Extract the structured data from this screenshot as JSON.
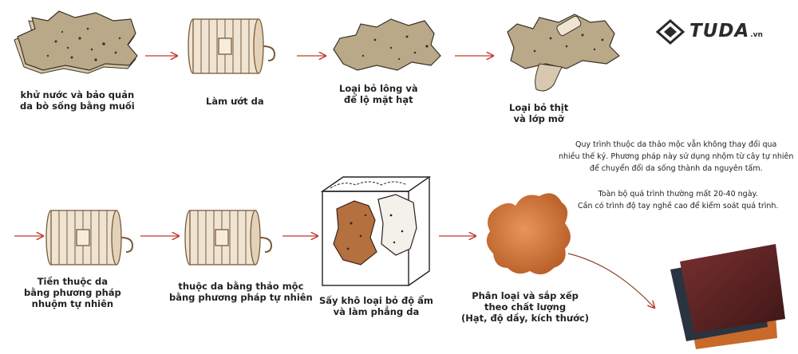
{
  "brand": {
    "name": "TUDA",
    "suffix": ".vn"
  },
  "steps": [
    {
      "id": "cure",
      "lines": [
        "khử nước và bảo quản",
        "da bò sống bằng muối"
      ]
    },
    {
      "id": "soak",
      "lines": [
        "Làm ướt da"
      ]
    },
    {
      "id": "dehair",
      "lines": [
        "Loại bỏ lông và",
        "để lộ mặt hạt"
      ]
    },
    {
      "id": "flesh",
      "lines": [
        "Loại bỏ thịt",
        "và lớp mỡ"
      ]
    },
    {
      "id": "pretan",
      "lines": [
        "Tiền thuộc da",
        "bằng phương pháp",
        "nhuộm tự nhiên"
      ]
    },
    {
      "id": "tan",
      "lines": [
        "thuộc da bằng thảo mộc",
        "bằng phương pháp tự nhiên"
      ]
    },
    {
      "id": "dry",
      "lines": [
        "Sấy khô loại bỏ độ ẩm",
        "và làm phẳng da"
      ]
    },
    {
      "id": "sort",
      "lines": [
        "Phân loại và sắp xếp",
        "theo chất lượng",
        "(Hạt, độ dầy, kích thước)"
      ]
    }
  ],
  "notes": {
    "paragraph1": [
      "Quy trình thuộc da thảo mộc vẫn không thay đổi qua",
      "nhiều thế kỷ. Phương pháp này sử dụng nhộm từ cây tự nhiên",
      "để chuyển đổi da sống thành da nguyên tấm."
    ],
    "paragraph2": [
      "Toàn bộ quá trình thường mất 20-40 ngày.",
      "Cần có trình độ tay nghề cao để kiểm soát quá trình."
    ]
  },
  "colors": {
    "hide": "#b9a989",
    "hide_dark": "#3a3228",
    "arrow": "#c0392b",
    "drum": "#7a5a3a",
    "tanned": "#c8733a",
    "tanned_light": "#e3935a",
    "leather_dark": "#5a2424"
  }
}
